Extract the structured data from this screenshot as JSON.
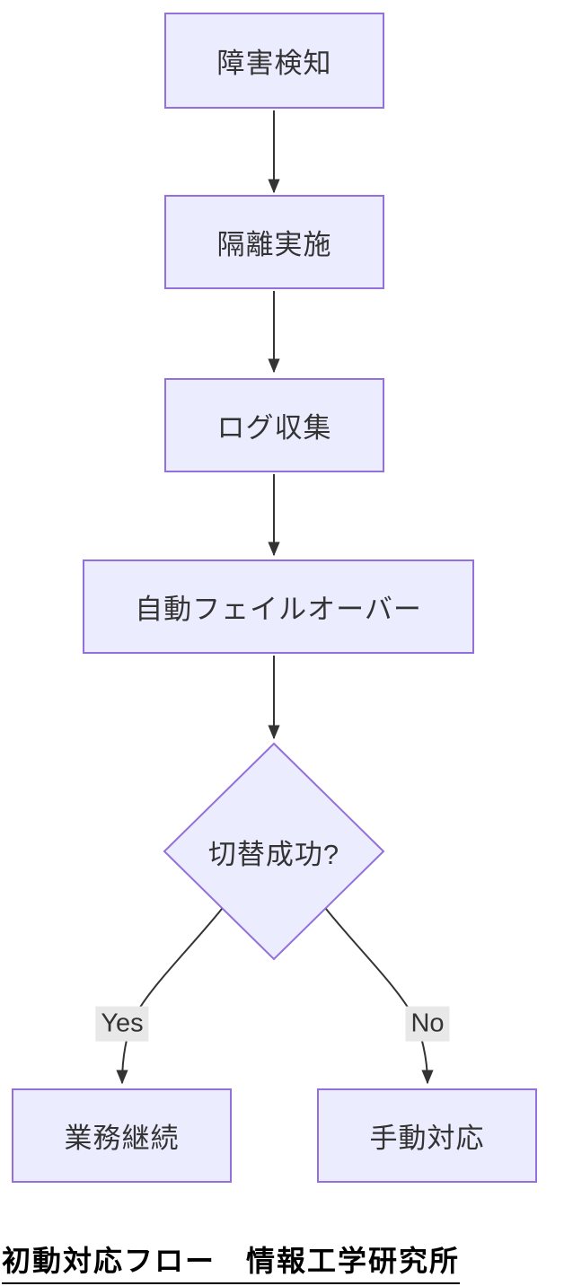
{
  "page": {
    "background": "#ffffff"
  },
  "diagram": {
    "type": "flowchart",
    "direction": "top-down",
    "theme": {
      "node_fill": "#ECECFF",
      "node_border": "#9370DB",
      "node_text_color": "#333333",
      "edge_color": "#333333",
      "edge_label_background": "#e8e8e8",
      "footer_text_color": "#000000"
    },
    "nodes": [
      {
        "id": "detect",
        "shape": "rect",
        "label": "障害検知"
      },
      {
        "id": "isolate",
        "shape": "rect",
        "label": "隔離実施"
      },
      {
        "id": "logs",
        "shape": "rect",
        "label": "ログ収集"
      },
      {
        "id": "failover",
        "shape": "rect",
        "label": "自動フェイルオーバー"
      },
      {
        "id": "decision",
        "shape": "diamond",
        "label": "切替成功?"
      },
      {
        "id": "continue",
        "shape": "rect",
        "label": "業務継続"
      },
      {
        "id": "manual",
        "shape": "rect",
        "label": "手動対応"
      }
    ],
    "edges": [
      {
        "from": "detect",
        "to": "isolate",
        "label": ""
      },
      {
        "from": "isolate",
        "to": "logs",
        "label": ""
      },
      {
        "from": "logs",
        "to": "failover",
        "label": ""
      },
      {
        "from": "failover",
        "to": "decision",
        "label": ""
      },
      {
        "from": "decision",
        "to": "continue",
        "label": "Yes"
      },
      {
        "from": "decision",
        "to": "manual",
        "label": "No"
      }
    ],
    "footer": "初動対応フロー　情報工学研究所"
  }
}
